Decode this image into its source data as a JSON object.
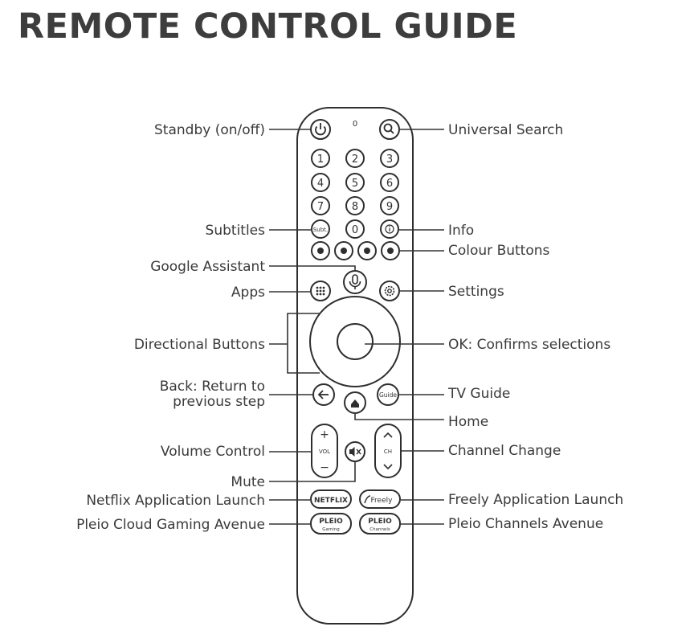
{
  "title": "REMOTE CONTROL GUIDE",
  "labels": {
    "standby": "Standby (on/off)",
    "search": "Universal Search",
    "subtitles": "Subtitles",
    "info": "Info",
    "colour": "Colour Buttons",
    "assistant": "Google Assistant",
    "apps": "Apps",
    "settings": "Settings",
    "directional": "Directional Buttons",
    "ok": "OK: Confirms selections",
    "back_line1": "Back: Return to",
    "back_line2": "previous step",
    "tvguide": "TV Guide",
    "home": "Home",
    "volume": "Volume Control",
    "channel": "Channel Change",
    "mute": "Mute",
    "netflix": "Netflix Application Launch",
    "freely": "Freely Application Launch",
    "pleio_gaming": "Pleio Cloud Gaming Avenue",
    "pleio_channels": "Pleio Channels Avenue"
  },
  "remote": {
    "indicator": "0",
    "digits": [
      "1",
      "2",
      "3",
      "4",
      "5",
      "6",
      "7",
      "8",
      "9"
    ],
    "zero": "0",
    "subt": "Subt.",
    "guide": "Guide",
    "vol": "VOL",
    "vol_plus": "+",
    "vol_minus": "−",
    "ch": "CH",
    "netflix": "NETFLIX",
    "freely": "Freely",
    "pleio1_top": "PLEIO",
    "pleio1_bottom": "Gaming",
    "pleio2_top": "PLEIO",
    "pleio2_bottom": "Channels"
  }
}
